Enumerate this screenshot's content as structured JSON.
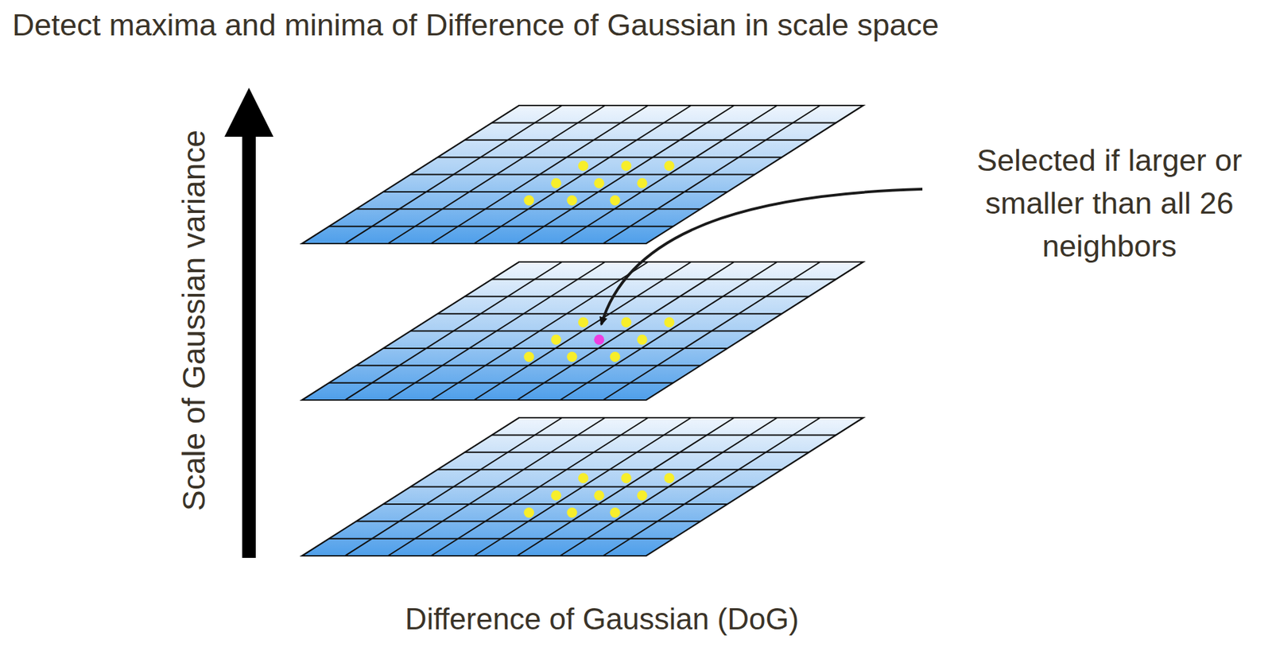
{
  "diagram": {
    "title": "Detect maxima and minima of Difference of Gaussian in scale space",
    "caption": "Difference of Gaussian (DoG)",
    "labels": [
      "Scale of Gaussian variance",
      "Selected if larger or smaller than all 26 neighbors"
    ]
  }
}
